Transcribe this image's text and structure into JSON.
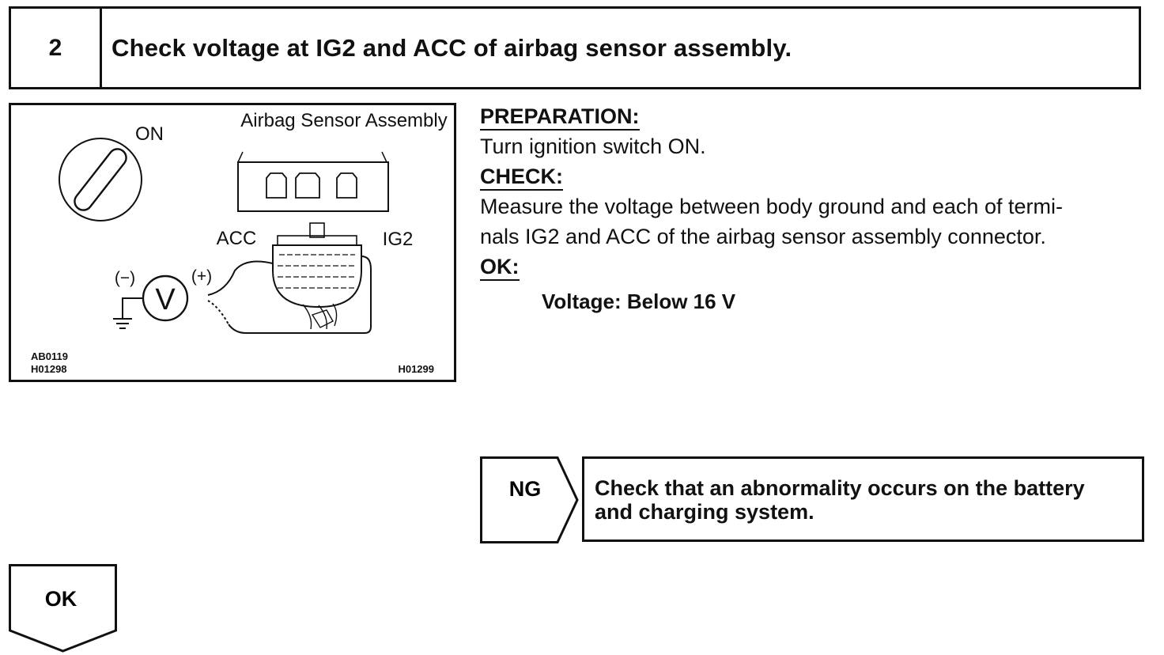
{
  "step": {
    "number": "2",
    "title": "Check voltage at IG2 and ACC of airbag sensor assembly."
  },
  "figure": {
    "label_on": "ON",
    "label_assembly": "Airbag Sensor Assembly",
    "label_acc": "ACC",
    "label_ig2": "IG2",
    "label_minus": "(−)",
    "label_plus": "(+)",
    "label_meter": "V",
    "codes_left": [
      "AB0119",
      "H01298"
    ],
    "code_right": "H01299"
  },
  "preparation": {
    "heading": "PREPARATION:",
    "text": "Turn ignition switch ON."
  },
  "check": {
    "heading": "CHECK:",
    "lines": [
      "Measure the voltage between body ground and each of termi-",
      "nals IG2 and ACC of the airbag sensor assembly connector."
    ]
  },
  "ok": {
    "heading": "OK:",
    "spec": "Voltage: Below 16 V"
  },
  "ng": {
    "label": "NG",
    "lines": [
      "Check that an abnormality occurs on the battery",
      "and charging system."
    ]
  },
  "ok_arrow": {
    "label": "OK"
  }
}
